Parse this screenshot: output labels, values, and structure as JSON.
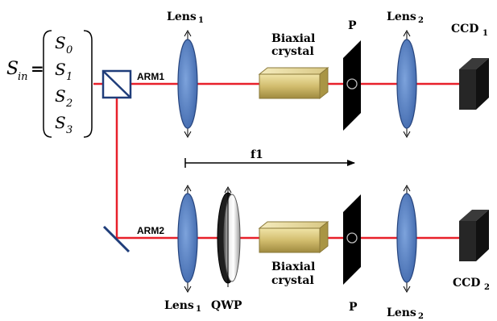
{
  "stokes": {
    "symbol": "S",
    "symbol_sub": "in",
    "equals": "=",
    "components": [
      {
        "base": "S",
        "sub": "0"
      },
      {
        "base": "S",
        "sub": "1"
      },
      {
        "base": "S",
        "sub": "2"
      },
      {
        "base": "S",
        "sub": "3"
      }
    ]
  },
  "labels": {
    "lens1_top": "Lens",
    "lens1_top_sub": "1",
    "lens1_bottom": "Lens",
    "lens1_bottom_sub": "1",
    "lens2_top": "Lens",
    "lens2_top_sub": "2",
    "lens2_bottom": "Lens",
    "lens2_bottom_sub": "2",
    "ccd1": "CCD",
    "ccd1_sub": "1",
    "ccd2": "CCD",
    "ccd2_sub": "2",
    "arm1": "ARM1",
    "arm2": "ARM2",
    "crystal_top_line1": "Biaxial",
    "crystal_top_line2": "crystal",
    "crystal_bottom_line1": "Biaxial",
    "crystal_bottom_line2": "crystal",
    "polarizer_top": "P",
    "polarizer_bottom": "P",
    "qwp": "QWP",
    "focal": "f1"
  },
  "colors": {
    "beam": "#e8202a",
    "lens_fill": "#4f79c0",
    "lens_stroke": "#27457e",
    "beamsplitter": "#1f3d7a",
    "crystal_fill": "#d6c27a",
    "ccd": "#1d1d1d"
  }
}
